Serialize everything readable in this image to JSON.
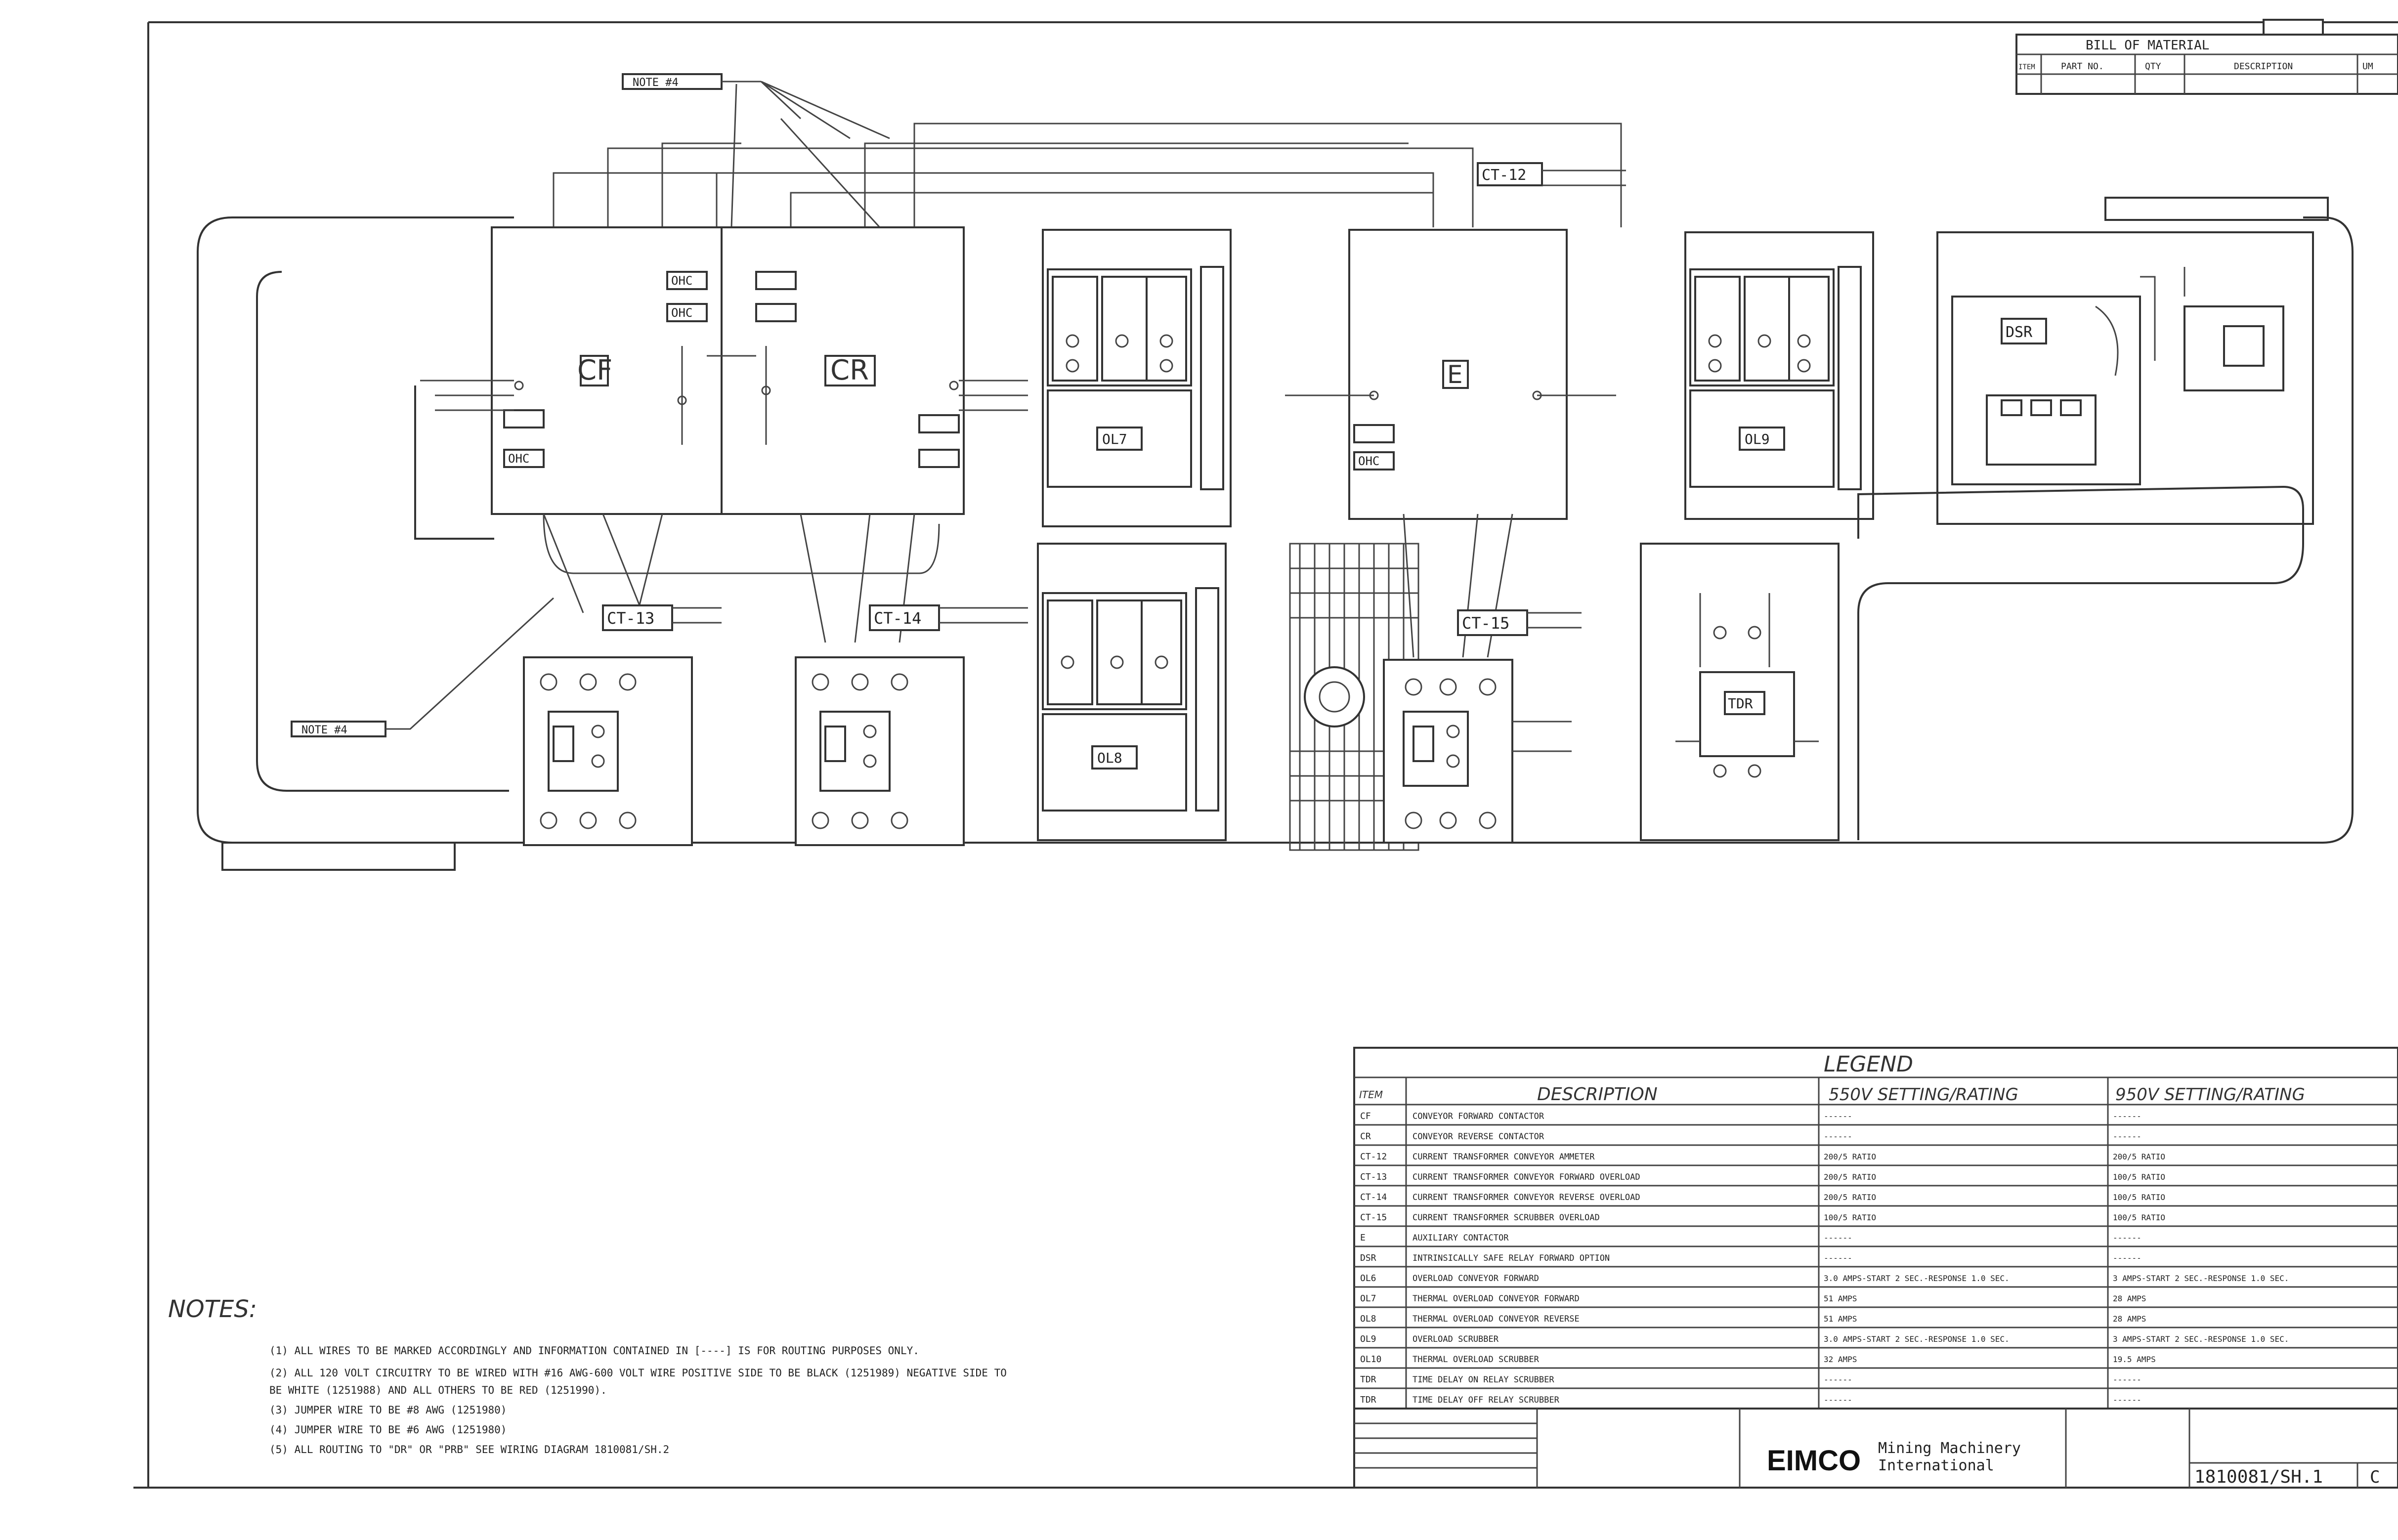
{
  "title_block": {
    "company_logo": "EIMCO",
    "company_name_line1": "Mining Machinery",
    "company_name_line2": "International",
    "drawing_number": "1810081/SH.1",
    "revision": "C"
  },
  "bill_of_material": {
    "title": "BILL OF MATERIAL",
    "headers": [
      "ITEM",
      "PART NO.",
      "QTY",
      "DESCRIPTION",
      "UM"
    ]
  },
  "note_refs": [
    "NOTE #4",
    "NOTE #4"
  ],
  "components": {
    "cf": "CF",
    "cr": "CR",
    "e": "E",
    "ol7": "OL7",
    "ol8": "OL8",
    "ol9": "OL9",
    "ct12": "CT-12",
    "ct13": "CT-13",
    "ct14": "CT-14",
    "ct15": "CT-15",
    "dsr": "DSR",
    "tdr": "TDR",
    "ohc": "OHC"
  },
  "legend": {
    "title": "LEGEND",
    "headers": [
      "ITEM",
      "DESCRIPTION",
      "550V SETTING/RATING",
      "950V SETTING/RATING"
    ],
    "rows": [
      [
        "CF",
        "CONVEYOR FORWARD CONTACTOR",
        "------",
        "------"
      ],
      [
        "CR",
        "CONVEYOR REVERSE CONTACTOR",
        "------",
        "------"
      ],
      [
        "CT-12",
        "CURRENT TRANSFORMER CONVEYOR AMMETER",
        "200/5 RATIO",
        "200/5 RATIO"
      ],
      [
        "CT-13",
        "CURRENT TRANSFORMER CONVEYOR FORWARD OVERLOAD",
        "200/5 RATIO",
        "100/5 RATIO"
      ],
      [
        "CT-14",
        "CURRENT TRANSFORMER CONVEYOR REVERSE OVERLOAD",
        "200/5 RATIO",
        "100/5 RATIO"
      ],
      [
        "CT-15",
        "CURRENT TRANSFORMER SCRUBBER OVERLOAD",
        "100/5 RATIO",
        "100/5 RATIO"
      ],
      [
        "E",
        "AUXILIARY CONTACTOR",
        "------",
        "------"
      ],
      [
        "DSR",
        "INTRINSICALLY SAFE RELAY FORWARD OPTION",
        "------",
        "------"
      ],
      [
        "OL6",
        "OVERLOAD CONVEYOR FORWARD",
        "3.0 AMPS-START 2 SEC.-RESPONSE 1.0 SEC.",
        "3 AMPS-START 2 SEC.-RESPONSE 1.0 SEC."
      ],
      [
        "OL7",
        "THERMAL OVERLOAD CONVEYOR FORWARD",
        "51 AMPS",
        "28 AMPS"
      ],
      [
        "OL8",
        "THERMAL OVERLOAD CONVEYOR REVERSE",
        "51 AMPS",
        "28 AMPS"
      ],
      [
        "OL9",
        "OVERLOAD SCRUBBER",
        "3.0 AMPS-START 2 SEC.-RESPONSE 1.0 SEC.",
        "3 AMPS-START 2 SEC.-RESPONSE 1.0 SEC."
      ],
      [
        "OL10",
        "THERMAL OVERLOAD SCRUBBER",
        "32 AMPS",
        "19.5 AMPS"
      ],
      [
        "TDR",
        "TIME DELAY ON RELAY SCRUBBER",
        "------",
        "------"
      ],
      [
        "TDR",
        "TIME DELAY OFF RELAY SCRUBBER",
        "------",
        "------"
      ]
    ]
  },
  "notes": {
    "heading": "NOTES:",
    "items": [
      "(1) ALL WIRES TO BE MARKED ACCORDINGLY AND INFORMATION CONTAINED IN [----] IS FOR ROUTING PURPOSES ONLY.",
      "(2) ALL 120 VOLT CIRCUITRY TO BE WIRED WITH #16 AWG-600 VOLT WIRE POSITIVE SIDE TO BE BLACK (1251989) NEGATIVE SIDE TO",
      "    BE WHITE (1251988) AND ALL OTHERS TO BE RED (1251990).",
      "(3) JUMPER WIRE TO BE #8 AWG (1251980)",
      "(4) JUMPER WIRE TO BE #6 AWG (1251980)",
      "(5) ALL ROUTING TO \"DR\" OR \"PRB\" SEE WIRING DIAGRAM 1810081/SH.2"
    ]
  }
}
